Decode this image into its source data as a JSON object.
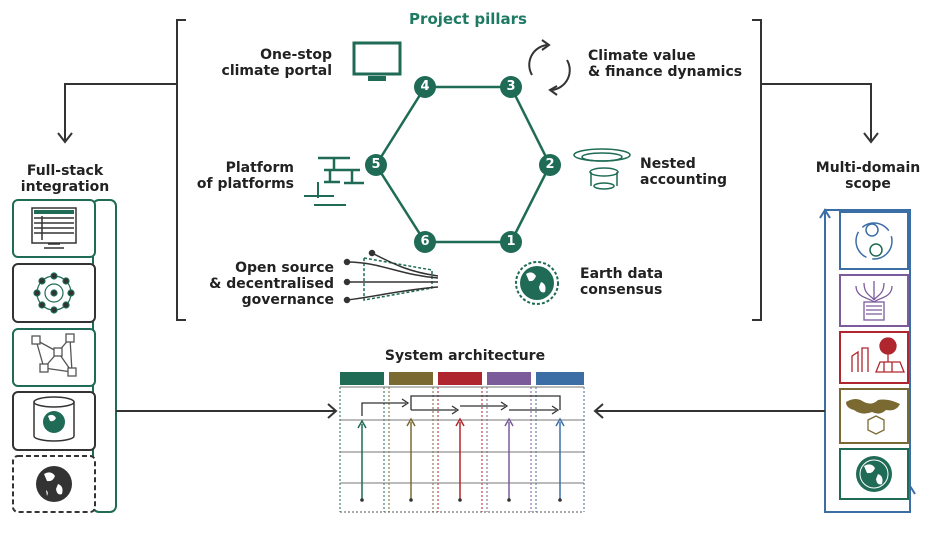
{
  "title": "Project pillars",
  "pillars": [
    {
      "num": "1",
      "label_line1": "Earth data",
      "label_line2": "consensus"
    },
    {
      "num": "2",
      "label_line1": "Nested",
      "label_line2": "accounting"
    },
    {
      "num": "3",
      "label_line1": "Climate value",
      "label_line2": "& finance dynamics"
    },
    {
      "num": "4",
      "label_line1": "One-stop",
      "label_line2": "climate portal"
    },
    {
      "num": "5",
      "label_line1": "Platform",
      "label_line2": "of platforms"
    },
    {
      "num": "6",
      "label_line1": "Open source",
      "label_line2": "& decentralised",
      "label_line3": "governance"
    }
  ],
  "left_panel": {
    "title_line1": "Full-stack",
    "title_line2": "integration"
  },
  "right_panel": {
    "title_line1": "Multi-domain",
    "title_line2": "scope"
  },
  "architecture": {
    "title": "System architecture"
  },
  "colors": {
    "green_dark": "#1f6b55",
    "accent_green": "#1f7a63",
    "olive": "#7a6a32",
    "red": "#b0262e",
    "purple": "#7b5b9a",
    "blue": "#3c6ea6",
    "line_dark": "#333333"
  }
}
